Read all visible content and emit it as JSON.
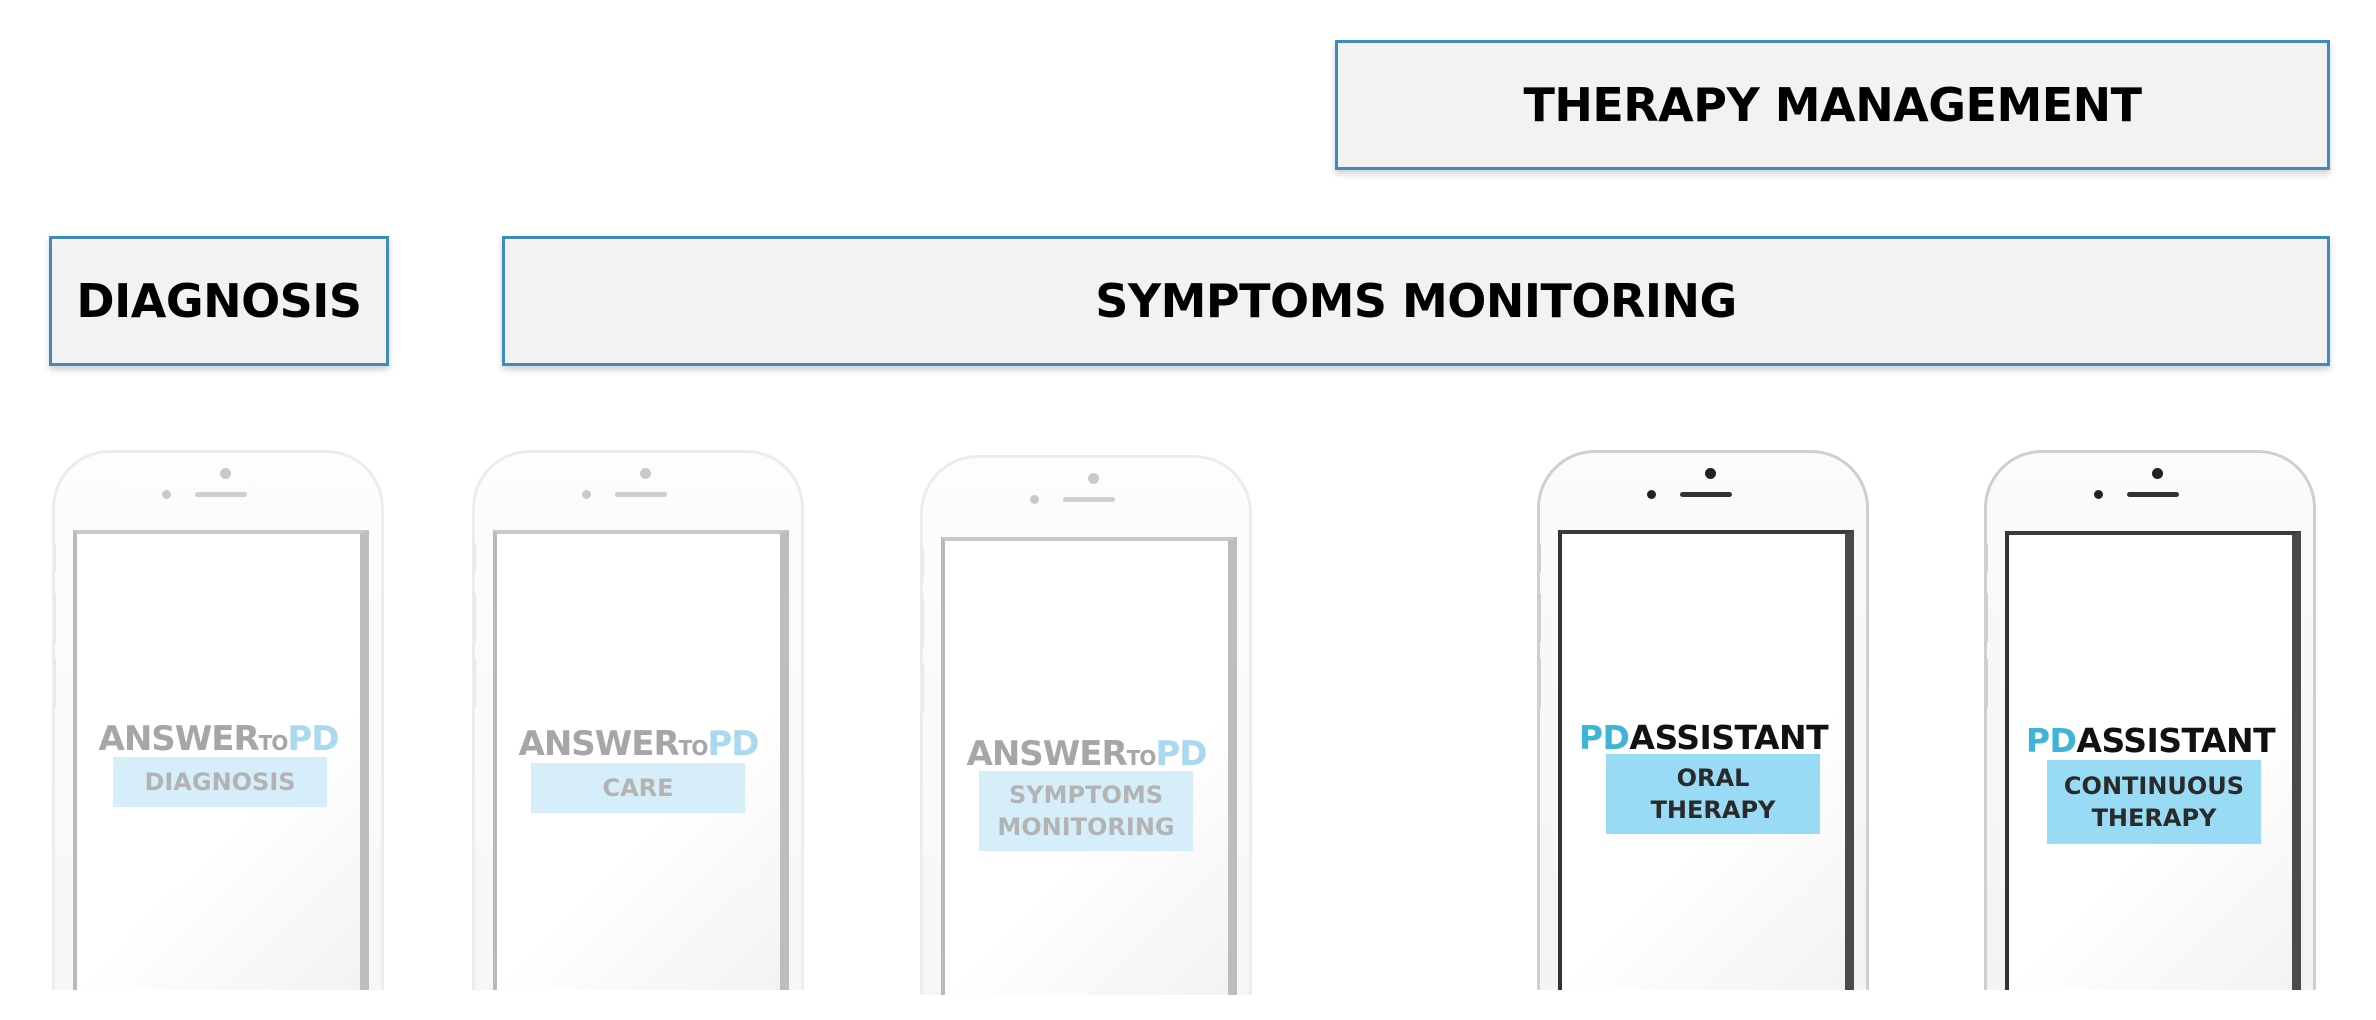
{
  "bands": {
    "therapy_management": "THERAPY MANAGEMENT",
    "diagnosis": "DIAGNOSIS",
    "symptoms_monitoring": "SYMPTOMS MONITORING"
  },
  "phones": [
    {
      "logo_prefix": "ANSWER",
      "logo_to": "TO",
      "logo_pd": "PD",
      "label": "DIAGNOSIS",
      "style": "faded"
    },
    {
      "logo_prefix": "ANSWER",
      "logo_to": "TO",
      "logo_pd": "PD",
      "label": "CARE",
      "style": "faded"
    },
    {
      "logo_prefix": "ANSWER",
      "logo_to": "TO",
      "logo_pd": "PD",
      "label": "SYMPTOMS\nMONITORING",
      "style": "faded"
    },
    {
      "logo_pd": "PD",
      "logo_suffix": "ASSISTANT",
      "label": "ORAL\nTHERAPY",
      "style": "bright"
    },
    {
      "logo_pd": "PD",
      "logo_suffix": "ASSISTANT",
      "label": "CONTINUOUS\nTHERAPY",
      "style": "bright"
    }
  ],
  "colors": {
    "band_border": "#3f8bbf",
    "band_fill": "#f2f2f2",
    "faded_label_fill": "#d6eef9",
    "bright_label_fill": "#99dbf5",
    "pd_accent": "#3fb3d8"
  },
  "icons": [
    "phone-camera-icon",
    "phone-speaker-icon"
  ]
}
